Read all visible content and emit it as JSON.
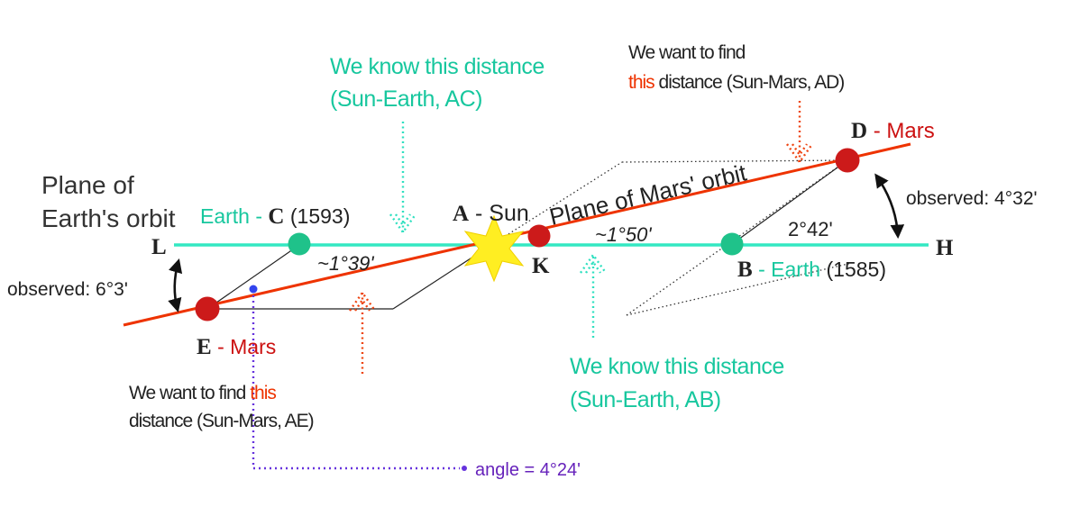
{
  "colors": {
    "earth_line": "#33e8c2",
    "mars_line": "#ee3300",
    "teal_text": "#17c79e",
    "mars_red": "#cc1111",
    "planet_earth": "#1fc28a",
    "planet_mars": "#cc1a1a",
    "sun": "#ffee22",
    "angle_dot": "#6633dd",
    "angle_text": "#6622bb",
    "black": "#111111"
  },
  "title": {
    "line1": "Plane  of",
    "line2": "Earth's orbit"
  },
  "points": {
    "L": "L",
    "H": "H",
    "A": "A",
    "A_suffix": " - Sun",
    "K": "K",
    "C": "C",
    "C_prefix": "Earth - ",
    "C_year": " (1593)",
    "B": "B",
    "B_suffix": " - Earth",
    "B_year": " (1585)",
    "D": "D",
    "D_suffix": " - Mars",
    "E": "E",
    "E_suffix": " - Mars"
  },
  "mars_plane_label": "Plane of Mars' orbit",
  "angles": {
    "left_incl": "~1°39'",
    "right_incl": "~1°50'",
    "at_b": "2°42'",
    "obs_left": "observed: 6°3'",
    "obs_right": "observed: 4°32'",
    "angle_eq": "angle = 4°24'"
  },
  "notes": {
    "know_ac_1": "We know this distance",
    "know_ac_2": "(Sun-Earth, AC)",
    "know_ab_1": "We know this distance",
    "know_ab_2": "(Sun-Earth, AB)",
    "find_ad_1": "We want to find",
    "find_ad_2a": "this",
    "find_ad_2b": " distance (Sun-Mars, AD)",
    "find_ae_1a": "We want to find ",
    "find_ae_1b": "this",
    "find_ae_2": "distance (Sun-Mars, AE)"
  }
}
